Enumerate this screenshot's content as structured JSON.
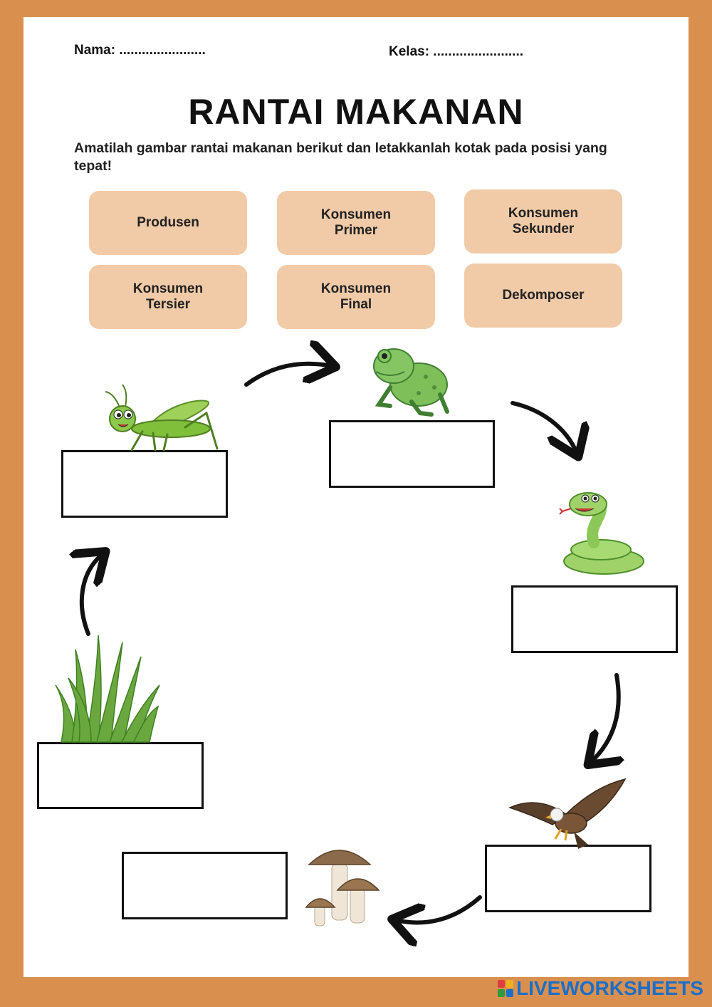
{
  "header": {
    "name_label": "Nama: .......................",
    "class_label": "Kelas: ........................"
  },
  "title": "RANTAI MAKANAN",
  "instruction": "Amatilah gambar rantai makanan berikut dan letakkanlah kotak  pada posisi yang tepat!",
  "cards": [
    {
      "label": "Produsen"
    },
    {
      "label": "Konsumen\nPrimer"
    },
    {
      "label": "Konsumen\nSekunder"
    },
    {
      "label": "Konsumen\nTersier"
    },
    {
      "label": "Konsumen\nFinal"
    },
    {
      "label": "Dekomposer"
    }
  ],
  "chain": [
    "grass-icon",
    "grasshopper-icon",
    "frog-icon",
    "snake-icon",
    "eagle-icon",
    "mushroom-icon"
  ],
  "colors": {
    "border": "#d9904f",
    "card": "#f1cba7",
    "brand": "#1a6fc9"
  },
  "footer": {
    "brand": "LIVEWORKSHEETS"
  }
}
